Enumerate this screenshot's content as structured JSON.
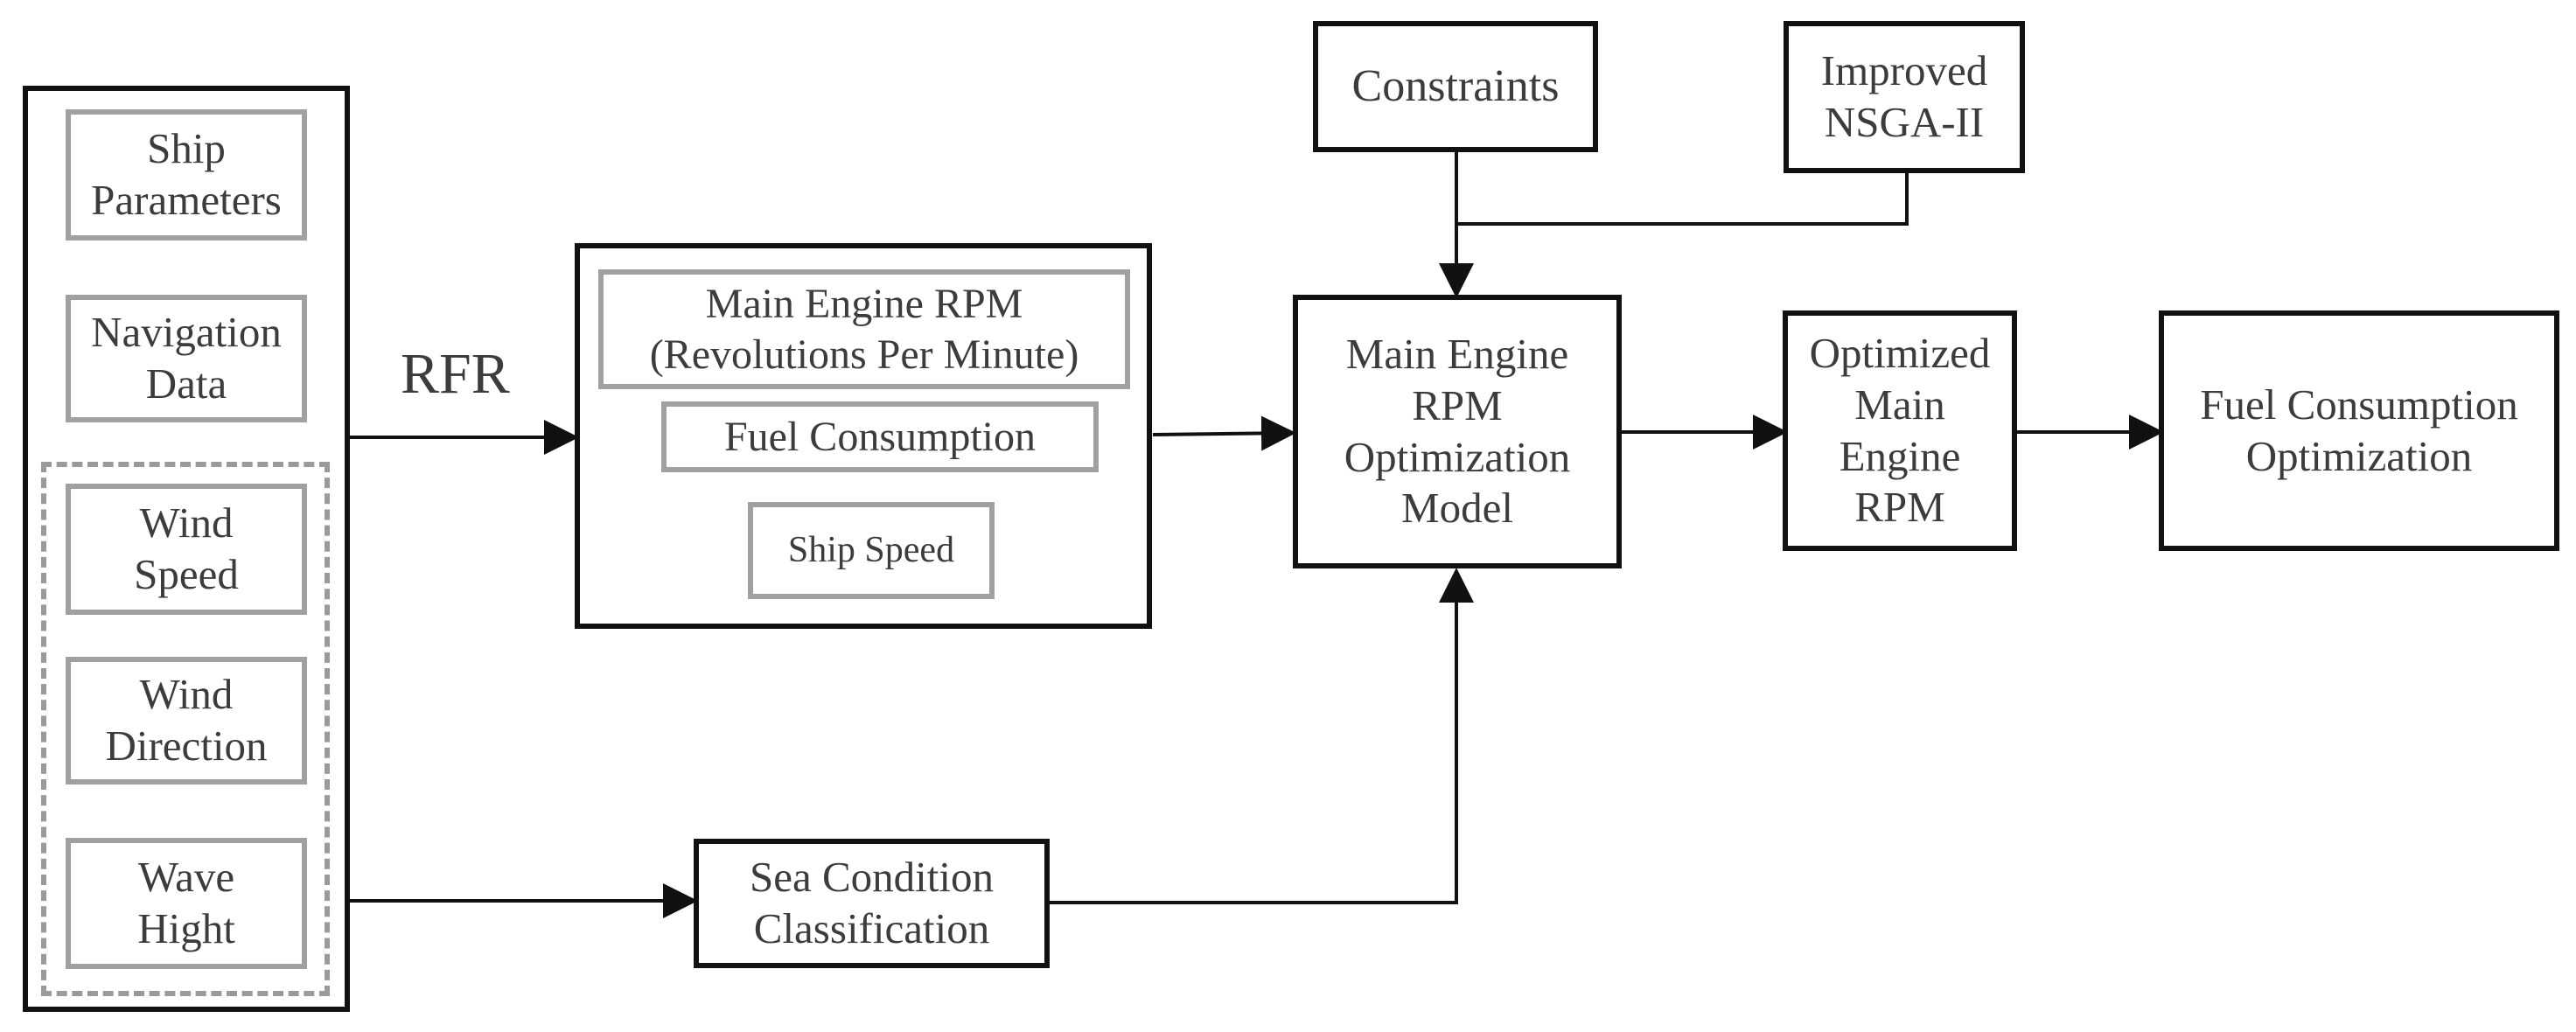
{
  "inputs": {
    "ship_parameters": "Ship\nParameters",
    "navigation_data": "Navigation\nData",
    "wind_speed": "Wind\nSpeed",
    "wind_direction": "Wind\nDirection",
    "wave_height": "Wave\nHight"
  },
  "rfr_label": "RFR",
  "rfr_outputs": {
    "main_engine_rpm": "Main Engine RPM\n(Revolutions Per Minute)",
    "fuel_consumption": "Fuel Consumption",
    "ship_speed": "Ship Speed"
  },
  "sea_condition": "Sea Condition\nClassification",
  "constraints": "Constraints",
  "improved_nsga": "Improved\nNSGA-II",
  "optimization_model": "Main Engine\nRPM\nOptimization\nModel",
  "optimized_rpm": "Optimized\nMain\nEngine\nRPM",
  "fuel_optimization": "Fuel Consumption\nOptimization",
  "colors": {
    "stroke": "#111111",
    "gray_border": "#a0a0a0",
    "text": "#3c3c3c"
  }
}
